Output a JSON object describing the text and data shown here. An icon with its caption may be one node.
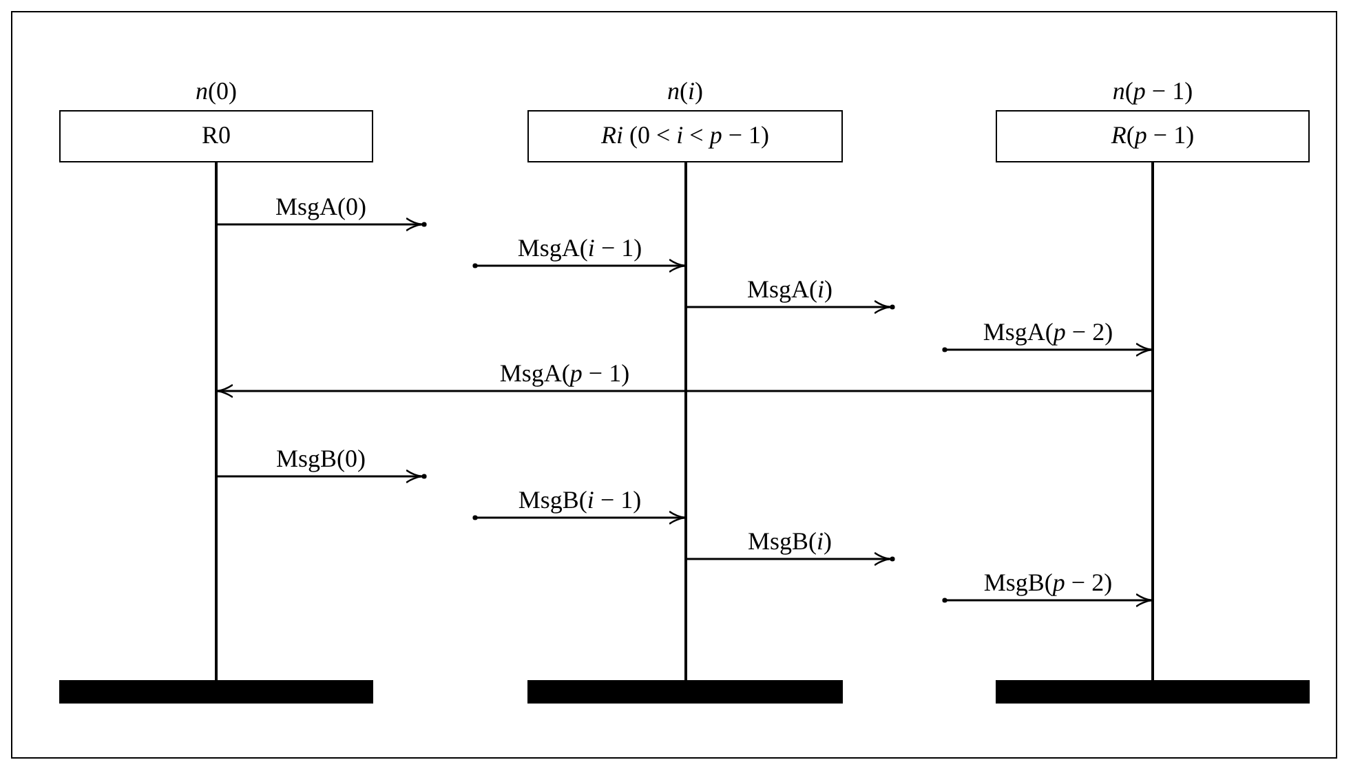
{
  "diagram": {
    "nodes": [
      {
        "text": [
          "R0"
        ],
        "beside": [
          "*n*(0)"
        ]
      },
      {
        "text": [
          "*Ri* (0 < *i* < *p* − 1)"
        ],
        "beside": [
          "*n*(*i*)"
        ]
      },
      {
        "text": [
          "*R*(*p* − 1)"
        ],
        "beside": [
          "*n*(*p* − 1)"
        ]
      },
      {
        "text": [],
        "shape": "line"
      },
      {
        "text": [],
        "shape": "line"
      },
      {
        "text": [],
        "shape": "line"
      },
      {
        "text": [],
        "shape": "bar"
      },
      {
        "text": [],
        "shape": "bar"
      },
      {
        "text": [],
        "shape": "bar"
      }
    ],
    "edges": [
      {
        "from": 3,
        "to": null,
        "arrow": "to",
        "label": "MsgA(0)"
      },
      {
        "from": null,
        "to": 4,
        "arrow": "to",
        "label": "MsgA(*i* − 1)"
      },
      {
        "from": 4,
        "to": null,
        "arrow": "to",
        "label": "MsgA(*i*)"
      },
      {
        "from": null,
        "to": 5,
        "arrow": "to",
        "label": "MsgA(*p* − 2)"
      },
      {
        "from": 5,
        "to": 3,
        "arrow": "to",
        "label": "MsgA(*p* − 1)"
      },
      {
        "from": 3,
        "to": null,
        "arrow": "to",
        "label": "MsgB(0)"
      },
      {
        "from": null,
        "to": 4,
        "arrow": "to",
        "label": "MsgB(*i* − 1)"
      },
      {
        "from": 4,
        "to": null,
        "arrow": "to",
        "label": "MsgB(*i*)"
      },
      {
        "from": null,
        "to": 5,
        "arrow": "to",
        "label": "MsgB(*p* − 2)"
      }
    ]
  }
}
